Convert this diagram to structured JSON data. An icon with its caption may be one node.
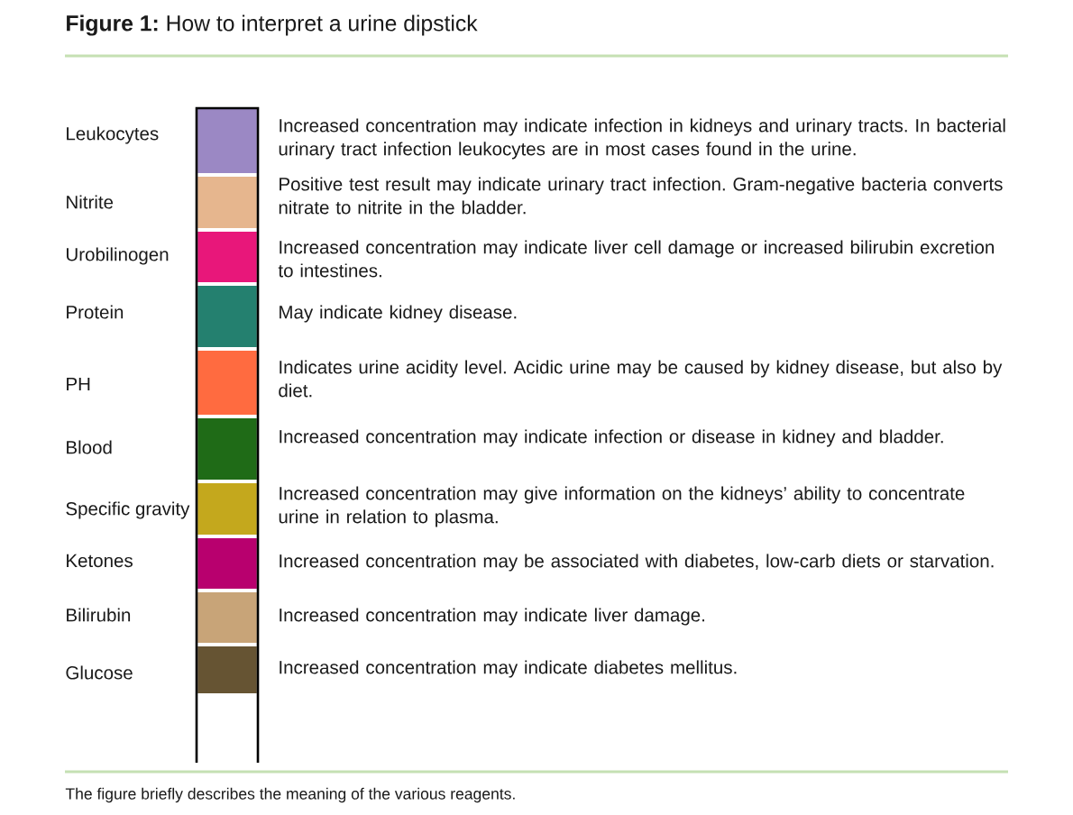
{
  "diagram": {
    "title": "**Figure 1:** How to interpret a urine dipstick",
    "caption": "The figure briefly describes the meaning of the various reagents.",
    "nodes": [
      {
        "text": [],
        "shape": "box",
        "beside": [
          "Increased concentration may indicate infection in kidneys and urinary tracts. In bacterial urinary tract infection leukocytes are in most cases found in the urine."
        ]
      },
      {
        "text": [],
        "shape": "box",
        "beside": [
          "Positive test result may indicate urinary tract infection. Gram-negative bacteria converts nitrate to nitrite in the bladder."
        ]
      },
      {
        "text": [],
        "shape": "box",
        "beside": [
          "Increased concentration may indicate liver cell damage or increased bilirubin excretion to intestines."
        ]
      },
      {
        "text": [],
        "shape": "box",
        "beside": [
          "May indicate kidney disease."
        ]
      },
      {
        "text": [],
        "shape": "box",
        "beside": [
          "Indicates urine acidity level. Acidic urine may be caused by kidney disease, but also by diet."
        ]
      },
      {
        "text": [],
        "shape": "box",
        "beside": [
          "Increased concentration may indicate infection or disease in kidney and bladder."
        ]
      },
      {
        "text": [],
        "shape": "box",
        "beside": [
          "Increased concentration may give information on the kidneys’ ability to concentrate urine in relation to plasma."
        ]
      },
      {
        "text": [],
        "shape": "box",
        "beside": [
          "Increased concentration may be associated with diabetes, low-carb diets or starvation."
        ]
      },
      {
        "text": [],
        "shape": "box",
        "beside": [
          "Increased concentration may indicate liver damage."
        ]
      },
      {
        "text": [],
        "shape": "box",
        "beside": [
          "Increased concentration may indicate diabetes mellitus."
        ]
      }
    ],
    "labels": [
      "Leukocytes",
      "Nitrite",
      "Urobilinogen",
      "Protein",
      "PH",
      "Blood",
      "Specific gravity",
      "Ketones",
      "Bilirubin",
      "Glucose"
    ]
  }
}
